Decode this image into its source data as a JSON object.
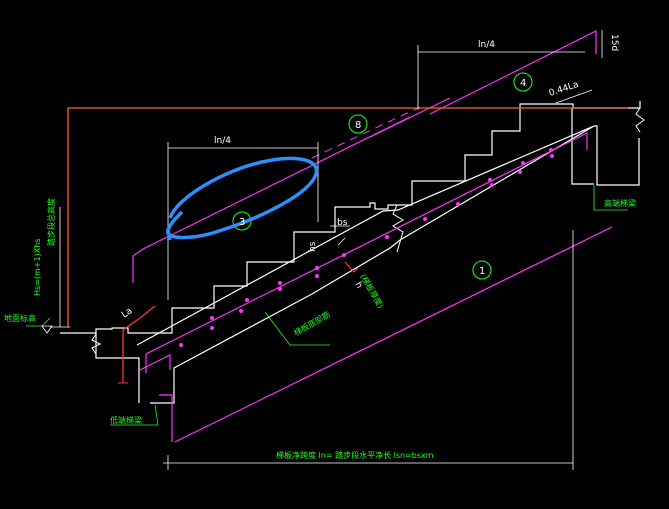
{
  "colors": {
    "background": "#000000",
    "magenta": "#ff33ff",
    "white": "#ffffff",
    "green": "#22ff22",
    "red": "#ff3333",
    "orange": "#ff6622",
    "blue": "#2b8fff"
  },
  "labels": {
    "ln4_top": "ln/4",
    "ln4_mid": "ln/4",
    "top_15d": "15d",
    "dim_044la": "0.44La",
    "bar_4": "4",
    "bar_8": "8",
    "bar_3": "3",
    "bar_1": "1",
    "hs": "hs",
    "bs": "bs",
    "h_thick": "h",
    "la_small": "La",
    "left_height": "Hs=(m+1)Xhs",
    "left_height_note": "踏步段总高度",
    "ground_left": "地面标高",
    "low_beam": "低端梯梁",
    "high_beam": "高端梯梁",
    "slab_note": "梯板底部筋",
    "thickness_note": "(梯板厚度)",
    "bottom_dim": "梯板净跨度 ln= 踏步段水平净长 lsn=bsxm"
  }
}
